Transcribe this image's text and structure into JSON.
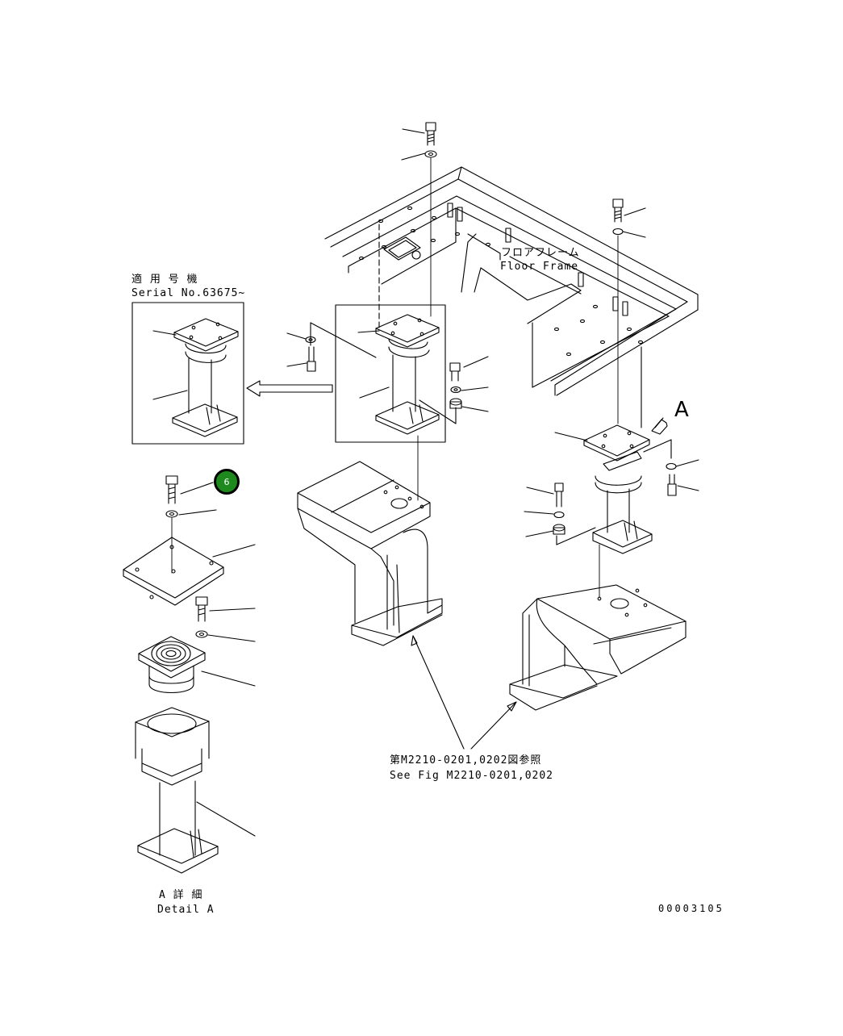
{
  "labels": {
    "floor_frame_jp": "フロアフレーム",
    "floor_frame_en": "Floor Frame",
    "serial_jp": "適 用 号 機",
    "serial_en": "Serial No.63675~",
    "see_fig_jp": "第M2210-0201,0202図参照",
    "see_fig_en": "See Fig M2210-0201,0202",
    "detail_jp": "A 詳 細",
    "detail_en": "Detail A",
    "view_letter": "A",
    "drawing_number": "00003105"
  },
  "callout": {
    "number": "6",
    "color": "#1e8a1e"
  },
  "line_color": "#000000"
}
